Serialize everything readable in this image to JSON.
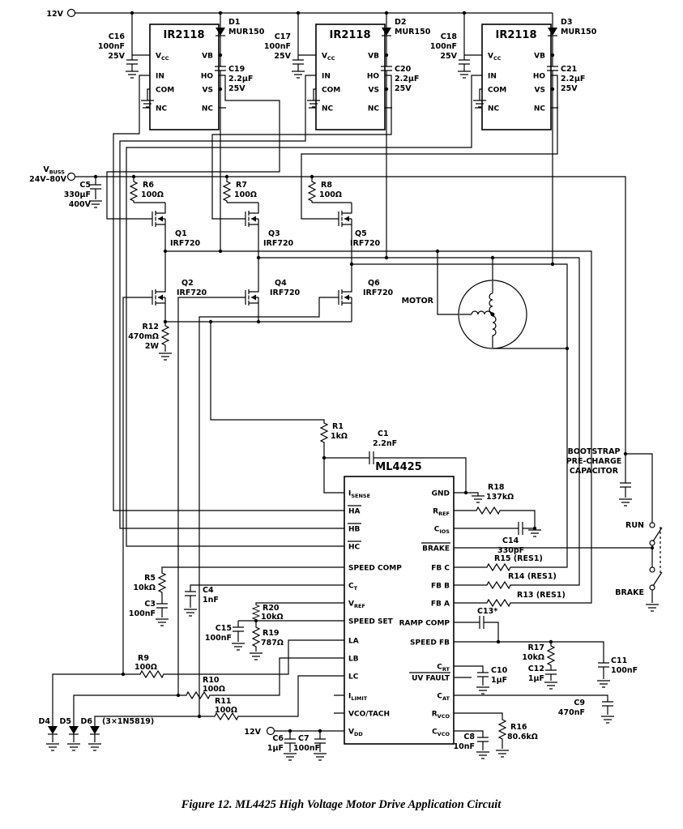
{
  "caption": "Figure 12.  ML4425 High Voltage Motor Drive Application Circuit",
  "rails": {
    "v12_top": "12V",
    "v12_bottom": "12V",
    "vbuss_base": "V",
    "vbuss_sub": "BUSS",
    "vbuss_range": "24V–80V"
  },
  "driver": {
    "title": "IR2118",
    "pin_vcc_base": "V",
    "pin_vcc_sub": "CC",
    "pin_vb": "VB",
    "pin_in": "IN",
    "pin_ho": "HO",
    "pin_com": "COM",
    "pin_vs": "VS",
    "pin_nc": "NC",
    "instances": [
      {
        "cap_ref": "C16",
        "cap_val": "100nF",
        "cap_volt": "25V",
        "diode_ref": "D1",
        "diode_part": "MUR150",
        "boot_ref": "C19",
        "boot_val": "2.2µF",
        "boot_volt": "25V"
      },
      {
        "cap_ref": "C17",
        "cap_val": "100nF",
        "cap_volt": "25V",
        "diode_ref": "D2",
        "diode_part": "MUR150",
        "boot_ref": "C20",
        "boot_val": "2.2µF",
        "boot_volt": "25V"
      },
      {
        "cap_ref": "C18",
        "cap_val": "100nF",
        "cap_volt": "25V",
        "diode_ref": "D3",
        "diode_part": "MUR150",
        "boot_ref": "C21",
        "boot_val": "2.2µF",
        "boot_volt": "25V"
      }
    ]
  },
  "power": {
    "c5_ref": "C5",
    "c5_val": "330µF",
    "c5_volt": "400V",
    "r6_ref": "R6",
    "r6_val": "100Ω",
    "r7_ref": "R7",
    "r7_val": "100Ω",
    "r8_ref": "R8",
    "r8_val": "100Ω",
    "q1": "Q1",
    "q2": "Q2",
    "q3": "Q3",
    "q4": "Q4",
    "q5": "Q5",
    "q6": "Q6",
    "fet_part": "IRF720",
    "r12_ref": "R12",
    "r12_val": "470mΩ",
    "r12_pow": "2W",
    "motor": "MOTOR"
  },
  "ic": {
    "title": "ML4425",
    "left_pins": [
      {
        "base": "I",
        "sub": "SENSE"
      },
      {
        "base": "HA"
      },
      {
        "base": "HB"
      },
      {
        "base": "HC"
      },
      {
        "base": "SPEED COMP"
      },
      {
        "base": "C",
        "sub": "T"
      },
      {
        "base": "V",
        "sub": "REF"
      },
      {
        "base": "SPEED SET"
      },
      {
        "base": "LA"
      },
      {
        "base": "LB"
      },
      {
        "base": "LC"
      },
      {
        "base": "I",
        "sub": "LIMIT"
      },
      {
        "base": "VCO/TACH"
      },
      {
        "base": "V",
        "sub": "DD"
      }
    ],
    "right_pins": [
      {
        "base": "GND"
      },
      {
        "base": "R",
        "sub": "REF"
      },
      {
        "base": "C",
        "sub": "IOS"
      },
      {
        "base": "BRAKE"
      },
      {
        "base": "FB C"
      },
      {
        "base": "FB B"
      },
      {
        "base": "FB A"
      },
      {
        "base": "RAMP COMP"
      },
      {
        "base": "SPEED FB"
      },
      {
        "base": "C",
        "sub": "RT"
      },
      {
        "base": "UV FAULT"
      },
      {
        "base": "C",
        "sub": "AT"
      },
      {
        "base": "R",
        "sub": "VCO"
      },
      {
        "base": "C",
        "sub": "VCO"
      }
    ]
  },
  "analog": {
    "r1_ref": "R1",
    "r1_val": "1kΩ",
    "c1_ref": "C1",
    "c1_val": "2.2nF",
    "r18_ref": "R18",
    "r18_val": "137kΩ",
    "c14_ref": "C14",
    "c14_val": "330pF",
    "r15": "R15 (RES1)",
    "r14": "R14 (RES1)",
    "r13": "R13 (RES1)",
    "c13": "C13*",
    "r17_ref": "R17",
    "r17_val": "10kΩ",
    "c12_ref": "C12",
    "c12_val": "1µF",
    "c11_ref": "C11",
    "c11_val": "100nF",
    "c10_ref": "C10",
    "c10_val": "1µF",
    "c9_ref": "C9",
    "c9_val": "470nF",
    "r16_ref": "R16",
    "r16_val": "80.6kΩ",
    "c8_ref": "C8",
    "c8_val": "10nF",
    "c7_ref": "C7",
    "c7_val": "100nF",
    "c6_ref": "C6",
    "c6_val": "1µF",
    "r5_ref": "R5",
    "r5_val": "10kΩ",
    "c3_ref": "C3",
    "c3_val": "100nF",
    "c4_ref": "C4",
    "c4_val": "1nF",
    "c15_ref": "C15",
    "c15_val": "100nF",
    "r20_ref": "R20",
    "r20_val": "10kΩ",
    "r19_ref": "R19",
    "r19_val": "787Ω",
    "r9_ref": "R9",
    "r9_val": "100Ω",
    "r10_ref": "R10",
    "r10_val": "100Ω",
    "r11_ref": "R11",
    "r11_val": "100Ω",
    "d4": "D4",
    "d5": "D5",
    "d6": "D6",
    "d456_part": "(3×1N5819)"
  },
  "right_side": {
    "bootstrap_l1": "BOOTSTRAP",
    "bootstrap_l2": "PRE-CHARGE",
    "bootstrap_l3": "CAPACITOR",
    "run": "RUN",
    "brake": "BRAKE"
  }
}
